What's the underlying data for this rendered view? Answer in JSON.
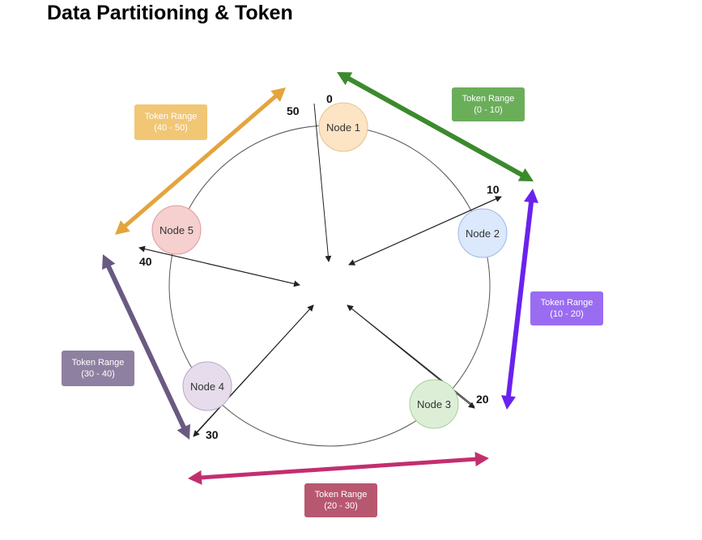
{
  "title": "Data Partitioning & Token",
  "nodes": [
    {
      "label": "Node 1",
      "fill": "#fce4c4",
      "stroke": "#e8c38a"
    },
    {
      "label": "Node 2",
      "fill": "#dce8fb",
      "stroke": "#9db8e6"
    },
    {
      "label": "Node 3",
      "fill": "#dcefd6",
      "stroke": "#a5cf9a"
    },
    {
      "label": "Node 4",
      "fill": "#e6dcec",
      "stroke": "#b9a8c8"
    },
    {
      "label": "Node 5",
      "fill": "#f6cfcf",
      "stroke": "#dc9a9a"
    }
  ],
  "tokens": [
    "0",
    "10",
    "20",
    "30",
    "40",
    "50"
  ],
  "ranges": [
    {
      "line1": "Token Range",
      "line2": "(0 - 10)",
      "color": "#6aae5a",
      "arrow": "#3c8a2e"
    },
    {
      "line1": "Token Range",
      "line2": "(10 - 20)",
      "color": "#9a6cf2",
      "arrow": "#6a22ee"
    },
    {
      "line1": "Token Range",
      "line2": "(20 - 30)",
      "color": "#b85770",
      "arrow": "#c32e6e"
    },
    {
      "line1": "Token Range",
      "line2": "(30 - 40)",
      "color": "#8e80a0",
      "arrow": "#6a5a82"
    },
    {
      "line1": "Token Range",
      "line2": "(40 - 50)",
      "color": "#f1c675",
      "arrow": "#e4a43c"
    }
  ]
}
